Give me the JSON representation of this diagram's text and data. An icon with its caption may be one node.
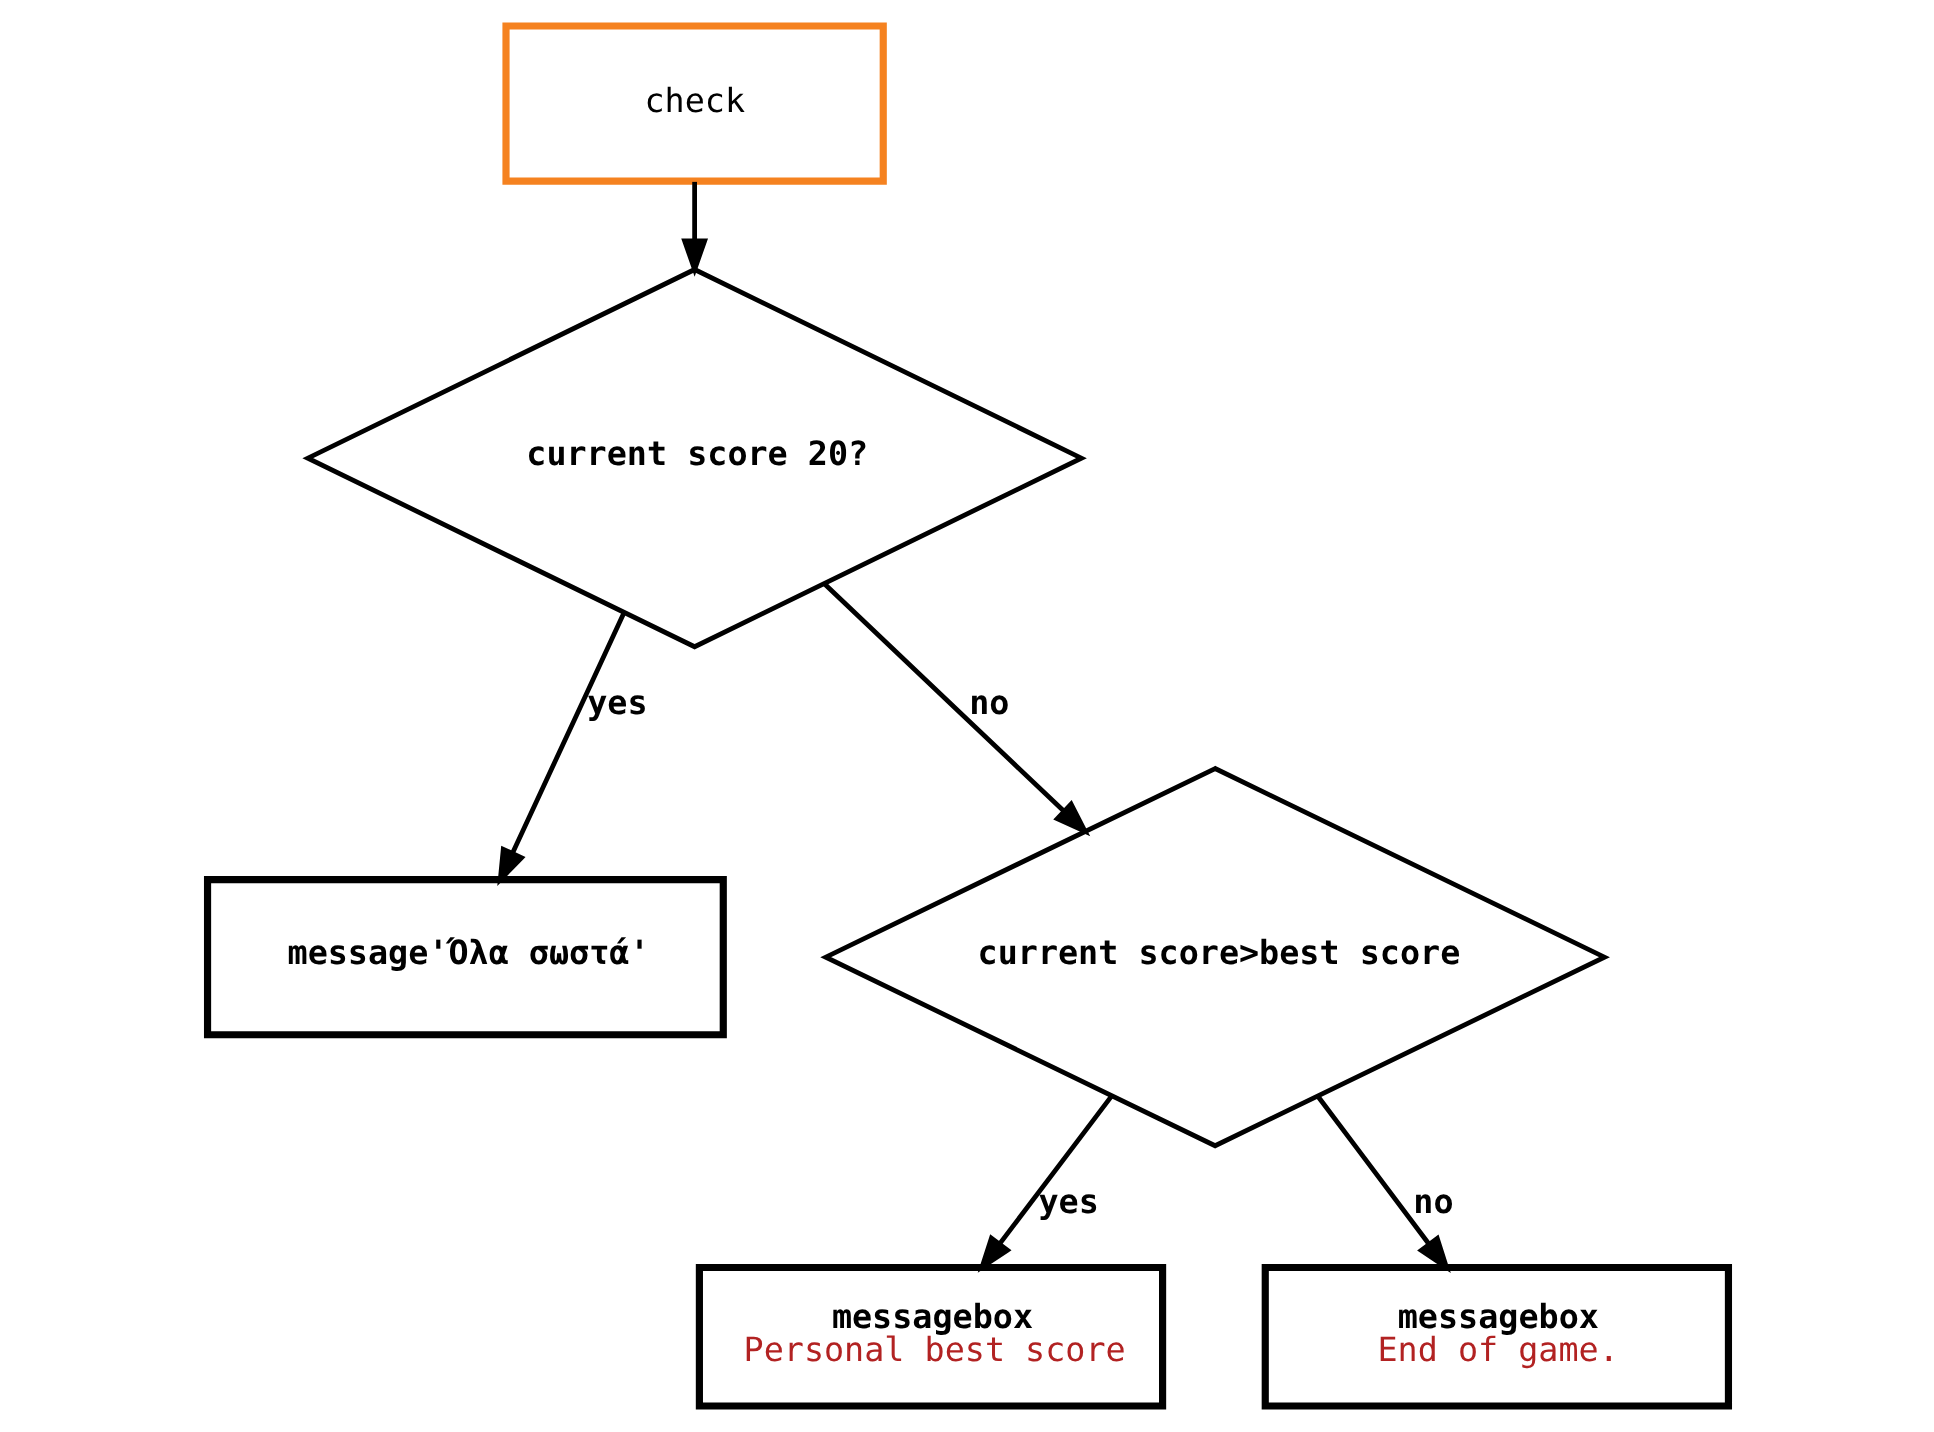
{
  "diagram": {
    "nodes": [
      {
        "text": [
          "check"
        ]
      },
      {
        "text": [
          "current score 20?"
        ]
      },
      {
        "text": [
          "message'Όλα σωστά'"
        ]
      },
      {
        "text": [
          "current score>best score"
        ]
      },
      {
        "text": [
          "messagebox",
          "Personal best score"
        ]
      },
      {
        "text": [
          "messagebox",
          "End of game."
        ]
      }
    ],
    "edges": [
      {
        "from": 0,
        "to": 1,
        "arrow": "to"
      },
      {
        "from": 1,
        "to": 2,
        "arrow": "to",
        "label": "yes"
      },
      {
        "from": 1,
        "to": 3,
        "arrow": "to",
        "label": "no"
      },
      {
        "from": 3,
        "to": 4,
        "arrow": "to",
        "label": "yes"
      },
      {
        "from": 3,
        "to": 5,
        "arrow": "to",
        "label": "no"
      }
    ]
  }
}
